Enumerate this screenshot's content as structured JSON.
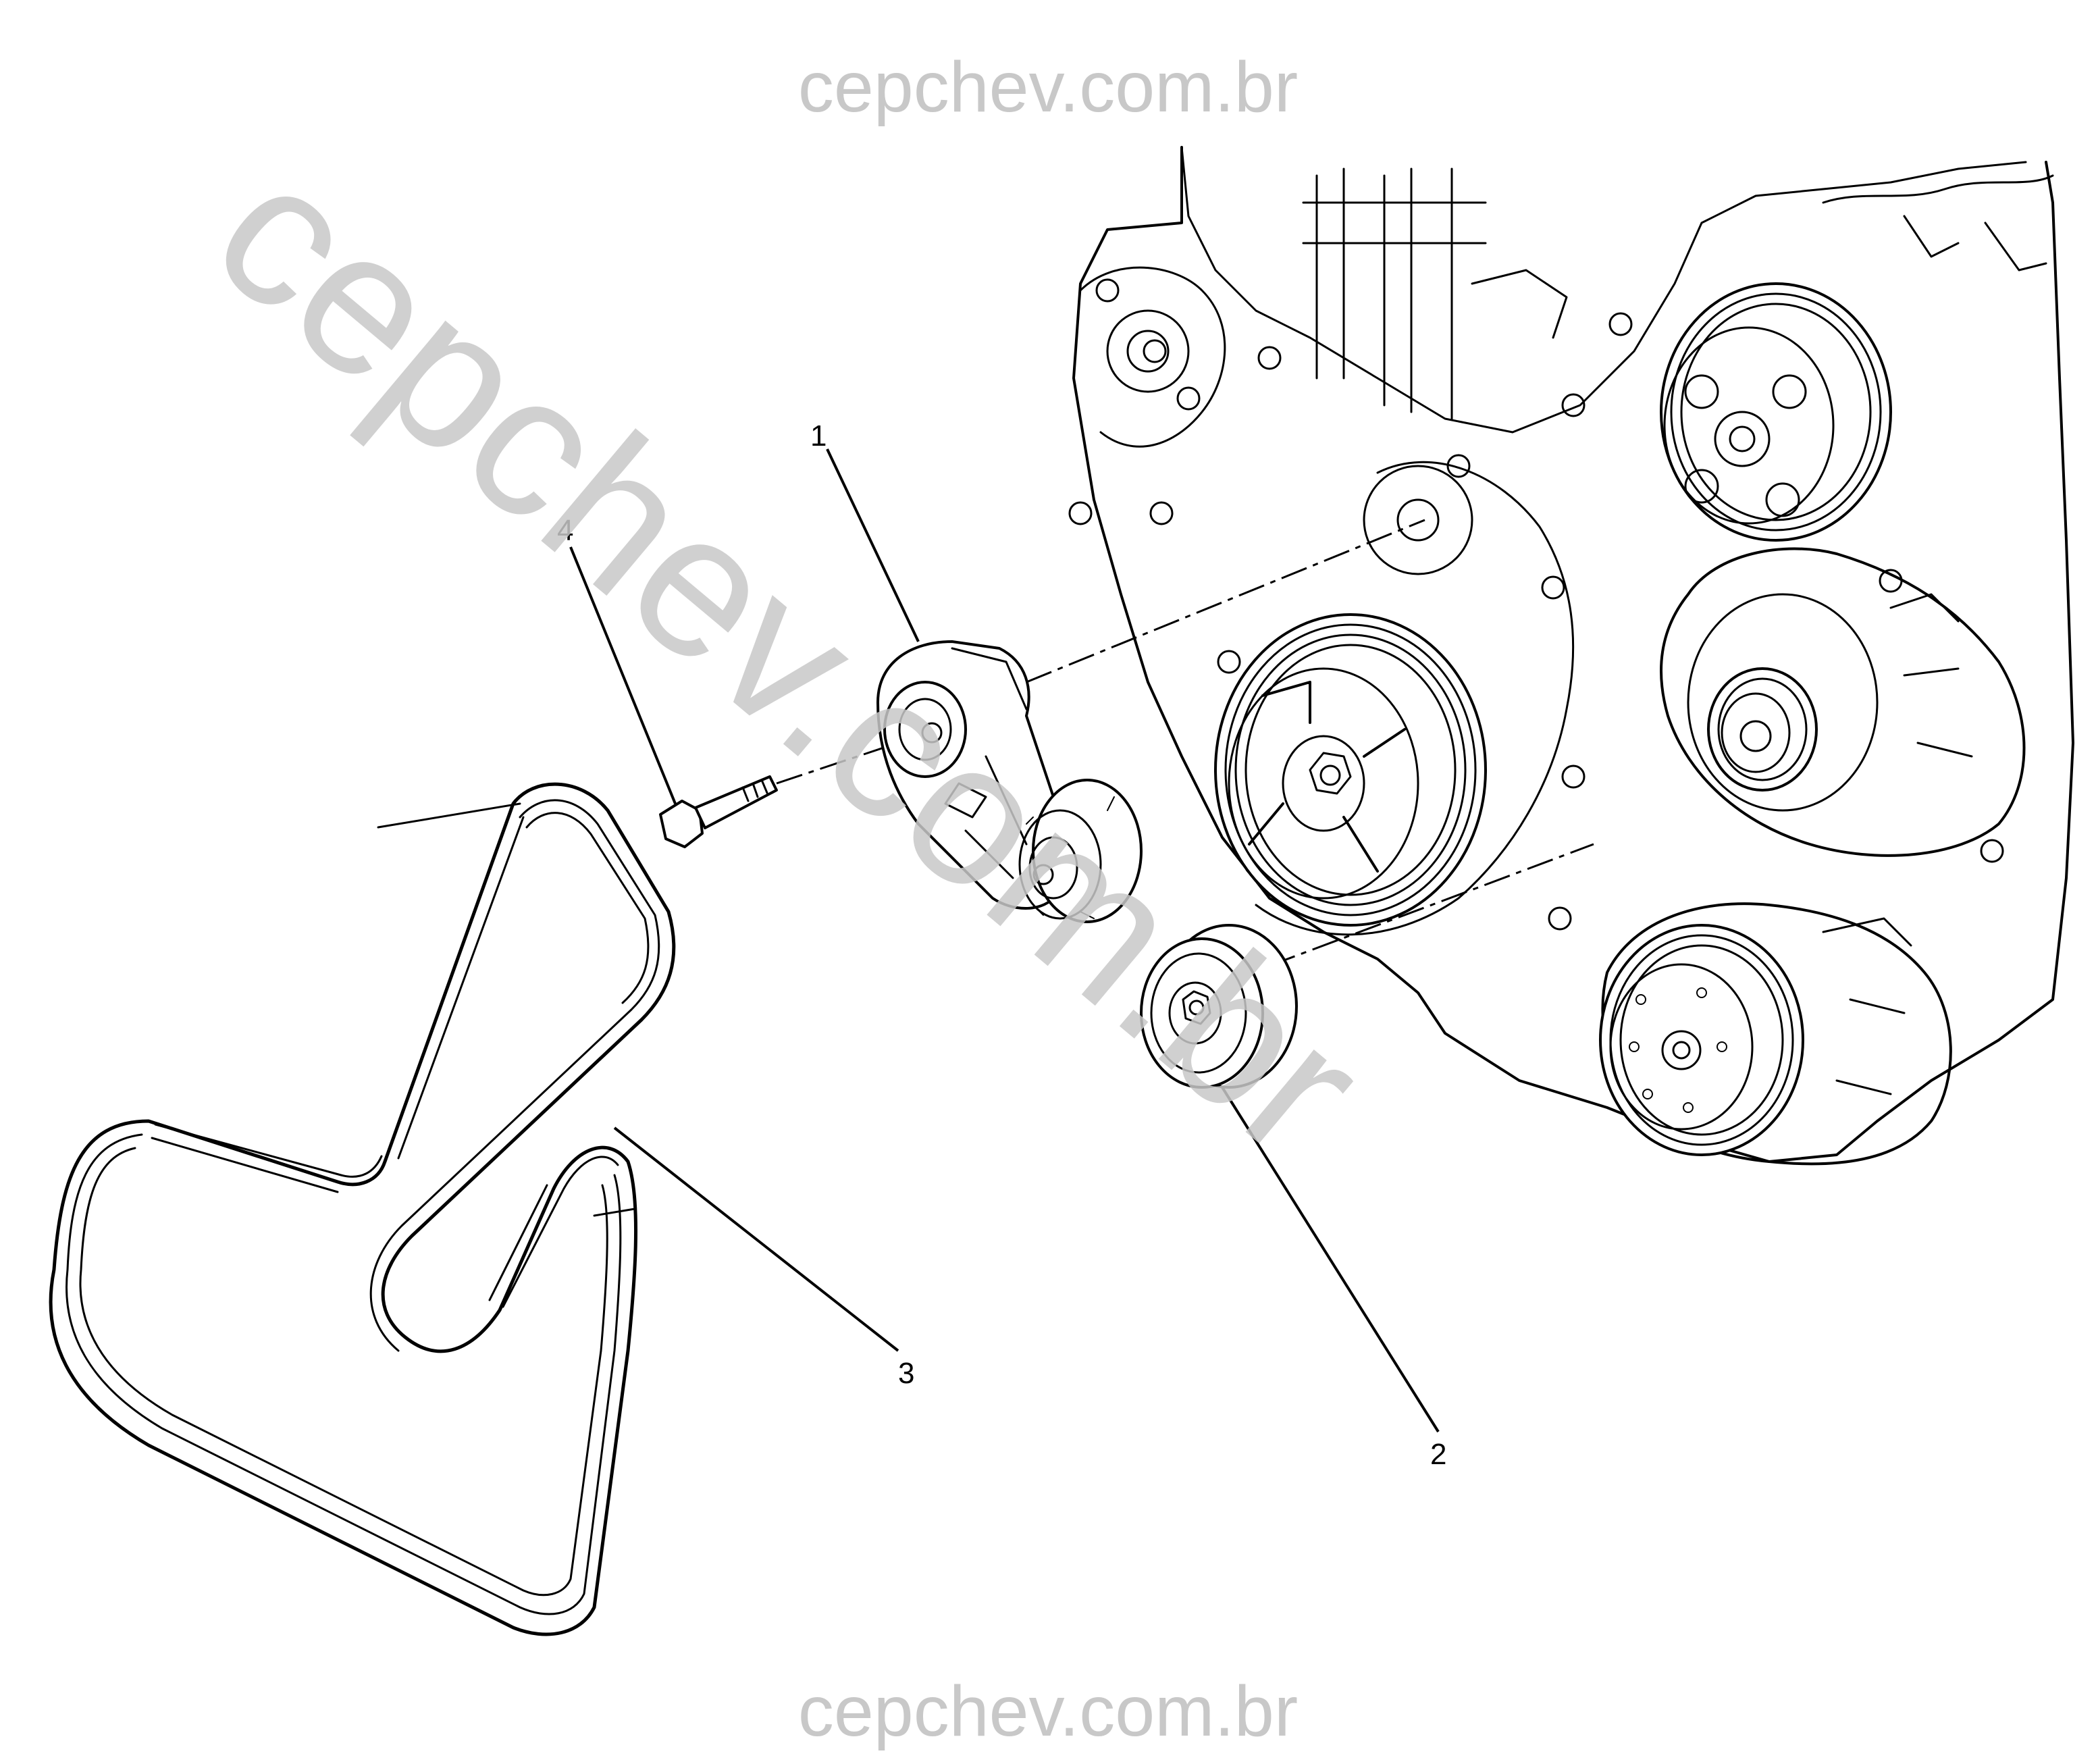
{
  "watermark": {
    "top": "cepchev.com.br",
    "diagonal": "cepchev.com.br",
    "bottom": "cepchev.com.br",
    "color": "#c8c8c8"
  },
  "callouts": [
    {
      "id": "1",
      "label": "1",
      "part": "drive-belt-tensioner"
    },
    {
      "id": "2",
      "label": "2",
      "part": "idler-pulley"
    },
    {
      "id": "3",
      "label": "3",
      "part": "drive-belt"
    },
    {
      "id": "4",
      "label": "4",
      "part": "tensioner-bolt"
    }
  ]
}
